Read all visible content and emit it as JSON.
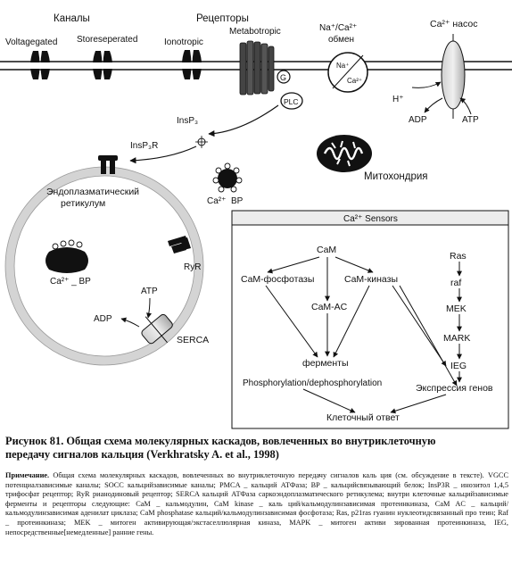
{
  "labels": {
    "channels": "Каналы",
    "voltage_gated": "Voltagegated",
    "store_operated": "Storeseperated",
    "ionotropic": "Ionotropic",
    "receptors": "Рецепторы",
    "metabotropic": "Metabotropic",
    "g_protein": "G",
    "plc": "PLC",
    "exchanger": "Na⁺/Ca²⁺",
    "exchanger_word": "обмен",
    "na_inner": "Na⁺",
    "ca_inner": "Ca²⁺",
    "pump": "Ca²⁺ насос",
    "h_plus": "H⁺",
    "adp_pump": "ADP",
    "atp_pump": "ATP",
    "insp3": "InsP₃",
    "insp3r": "InsP₃R",
    "mitochondria": "Митохондрия",
    "ca_bp": "Ca²⁺",
    "bp": "BP",
    "er_line1": "Эндоплазматический",
    "er_line2": "ретикулум",
    "er_ca_bp": "Ca²⁺ _ BP",
    "ryr": "RyR",
    "atp_serca": "ATP",
    "adp_serca": "ADP",
    "serca": "SERCA"
  },
  "sensors": {
    "title": "Ca²⁺ Sensors",
    "cam": "CaM",
    "cam_phosphatases": "CaM-фосфотазы",
    "cam_kinases": "CaM-киназы",
    "cam_ac": "CaM-AC",
    "enzymes": "ферменты",
    "ras": "Ras",
    "raf": "raf",
    "mek": "MEK",
    "mark": "MARK",
    "ieg": "IEG",
    "gene_expression": "Экспрессия генов",
    "phosphorylation": "Phosphorylation/dephosphorylation",
    "cell_response": "Клеточный ответ"
  },
  "caption": {
    "line1": "Рисунок 81. Общая схема молекулярных каскадов, вовлеченных во внутриклеточную",
    "line2": "передачу сигналов кальция (Verkhratsky A. et al., 1998)"
  },
  "note": {
    "label": "Примечание.",
    "text": "Общая схема молекулярных каскадов, вовлеченных во внутриклеточную передачу сигналов каль ция (см. обсуждение в тексте). VGCC потенциалзависимые каналы; SOCC кальцийзависимые каналы; PMCA _ кальций АТФаза; BP _ кальцийсвязывающий белок; InsP3R _ инозитол 1,4,5 трифосфат рецептор; RyR рианодиновый рецептор; SERCA кальций АТФаза саркоэндоплазматического ретикулема; внутри клеточные кальцийзависимые ферменты и рецепторы следующие: CaM _ кальмодулин, CaM kinase _ каль ций/кальмодулинзависимая протеинкиназа, CaM AC _ кальций/кальмодулинзависимая аденилат циклаза; CaM phosphatase кальций/кальмодулинзависимая фосфотаза; Ras, p21ras гуанин нуклеотидсвязанный про теин; Raf _ протеинкиназа; MEK _ митоген активирующая/экстаcеллюлярная киназа, MAPK _ митоген активи зированная протеинкиназа, IEG, непосредственные[немедленные] ранние гены."
  }
}
